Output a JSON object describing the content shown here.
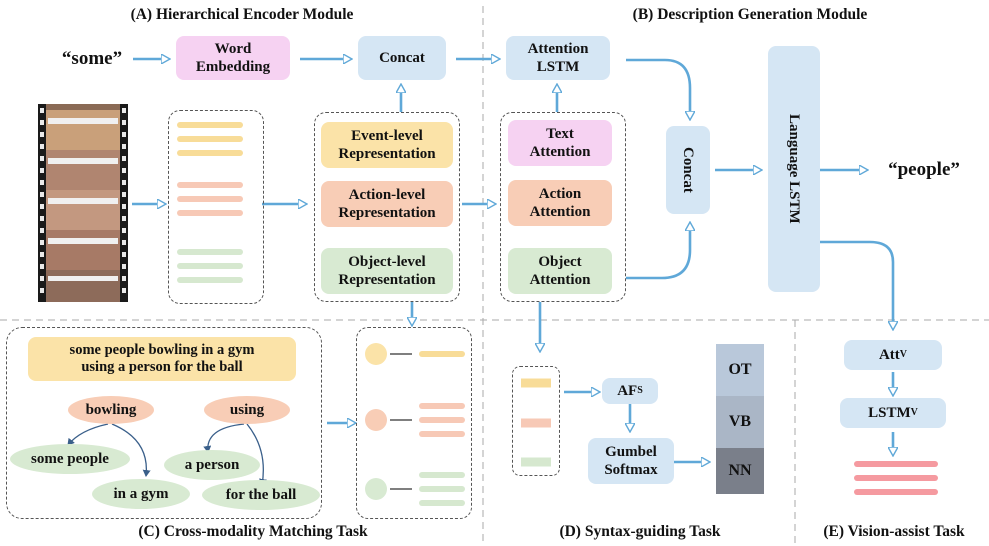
{
  "titles": {
    "a": "(A) Hierarchical Encoder Module",
    "b": "(B) Description Generation Module",
    "c": "(C) Cross-modality Matching Task",
    "d": "(D) Syntax-guiding Task",
    "e": "(E) Vision-assist Task"
  },
  "encoder": {
    "input_word": "“some”",
    "word_embedding": "Word\nEmbedding",
    "concat": "Concat",
    "event": "Event-level\nRepresentation",
    "action": "Action-level\nRepresentation",
    "object": "Object-level\nRepresentation"
  },
  "generation": {
    "attention_lstm": "Attention\nLSTM",
    "text_attention": "Text\nAttention",
    "action_attention": "Action\nAttention",
    "object_attention": "Object\nAttention",
    "concat": "Concat",
    "language_lstm": "Language LSTM",
    "output_word": "“people”"
  },
  "matching": {
    "sentence": "some people bowling in a gym\nusing a person for the ball",
    "nodes": [
      "bowling",
      "using",
      "some people",
      "in a gym",
      "a person",
      "for the ball"
    ]
  },
  "syntax": {
    "afs": "AF",
    "afs_sub": "S",
    "gumbel": "Gumbel\nSoftmax",
    "tags": [
      "OT",
      "VB",
      "NN"
    ]
  },
  "vision": {
    "att": "Att",
    "att_sub": "V",
    "lstm": "LSTM",
    "lstm_sub": "V"
  },
  "colors": {
    "pink": "#f6d2f2",
    "blue": "#d5e6f4",
    "yellow": "#fbe3a8",
    "salmon": "#f8cdb6",
    "green": "#d8ead2",
    "arrow": "#5fa8d8",
    "tag_ot": "#b9c8da",
    "tag_vb": "#aab6c6",
    "tag_nn": "#7a7f8a"
  }
}
